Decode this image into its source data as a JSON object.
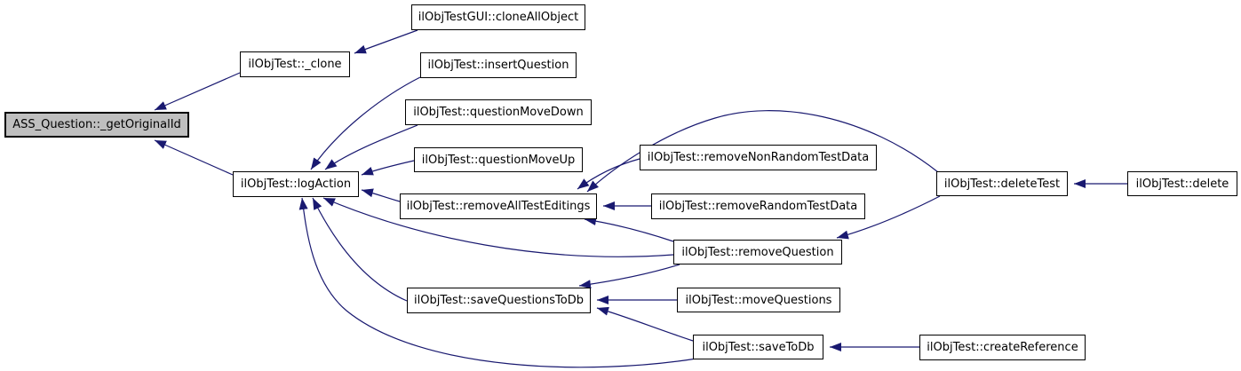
{
  "diagram": {
    "type": "doxygen-caller-graph",
    "colors": {
      "background": "#ffffff",
      "edge": "#191970",
      "node_border": "#000000",
      "node_fill": "#ffffff",
      "highlight_fill": "#bfbfbf",
      "text": "#000000"
    },
    "nodes": [
      {
        "id": "getOriginalId",
        "label": "ASS_Question::_getOriginalId",
        "highlighted": true
      },
      {
        "id": "clone",
        "label": "ilObjTest::_clone",
        "highlighted": false
      },
      {
        "id": "cloneAllObject",
        "label": "ilObjTestGUI::cloneAllObject",
        "highlighted": false
      },
      {
        "id": "insertQuestion",
        "label": "ilObjTest::insertQuestion",
        "highlighted": false
      },
      {
        "id": "questionMoveDown",
        "label": "ilObjTest::questionMoveDown",
        "highlighted": false
      },
      {
        "id": "questionMoveUp",
        "label": "ilObjTest::questionMoveUp",
        "highlighted": false
      },
      {
        "id": "logAction",
        "label": "ilObjTest::logAction",
        "highlighted": false
      },
      {
        "id": "removeAllTestEditings",
        "label": "ilObjTest::removeAllTestEditings",
        "highlighted": false
      },
      {
        "id": "removeNonRandomTestData",
        "label": "ilObjTest::removeNonRandomTestData",
        "highlighted": false
      },
      {
        "id": "removeRandomTestData",
        "label": "ilObjTest::removeRandomTestData",
        "highlighted": false
      },
      {
        "id": "removeQuestion",
        "label": "ilObjTest::removeQuestion",
        "highlighted": false
      },
      {
        "id": "deleteTest",
        "label": "ilObjTest::deleteTest",
        "highlighted": false
      },
      {
        "id": "delete",
        "label": "ilObjTest::delete",
        "highlighted": false
      },
      {
        "id": "saveQuestionsToDb",
        "label": "ilObjTest::saveQuestionsToDb",
        "highlighted": false
      },
      {
        "id": "moveQuestions",
        "label": "ilObjTest::moveQuestions",
        "highlighted": false
      },
      {
        "id": "saveToDb",
        "label": "ilObjTest::saveToDb",
        "highlighted": false
      },
      {
        "id": "createReference",
        "label": "ilObjTest::createReference",
        "highlighted": false
      }
    ],
    "edges": [
      {
        "from": "clone",
        "to": "getOriginalId"
      },
      {
        "from": "logAction",
        "to": "getOriginalId"
      },
      {
        "from": "cloneAllObject",
        "to": "clone"
      },
      {
        "from": "insertQuestion",
        "to": "logAction"
      },
      {
        "from": "questionMoveDown",
        "to": "logAction"
      },
      {
        "from": "questionMoveUp",
        "to": "logAction"
      },
      {
        "from": "removeAllTestEditings",
        "to": "logAction"
      },
      {
        "from": "removeQuestion",
        "to": "logAction"
      },
      {
        "from": "saveQuestionsToDb",
        "to": "logAction"
      },
      {
        "from": "saveToDb",
        "to": "logAction"
      },
      {
        "from": "removeNonRandomTestData",
        "to": "removeAllTestEditings"
      },
      {
        "from": "removeRandomTestData",
        "to": "removeAllTestEditings"
      },
      {
        "from": "deleteTest",
        "to": "removeAllTestEditings"
      },
      {
        "from": "removeQuestion",
        "to": "removeAllTestEditings"
      },
      {
        "from": "deleteTest",
        "to": "removeQuestion"
      },
      {
        "from": "delete",
        "to": "deleteTest"
      },
      {
        "from": "moveQuestions",
        "to": "saveQuestionsToDb"
      },
      {
        "from": "removeQuestion",
        "to": "saveQuestionsToDb"
      },
      {
        "from": "saveToDb",
        "to": "saveQuestionsToDb"
      },
      {
        "from": "createReference",
        "to": "saveToDb"
      }
    ]
  }
}
